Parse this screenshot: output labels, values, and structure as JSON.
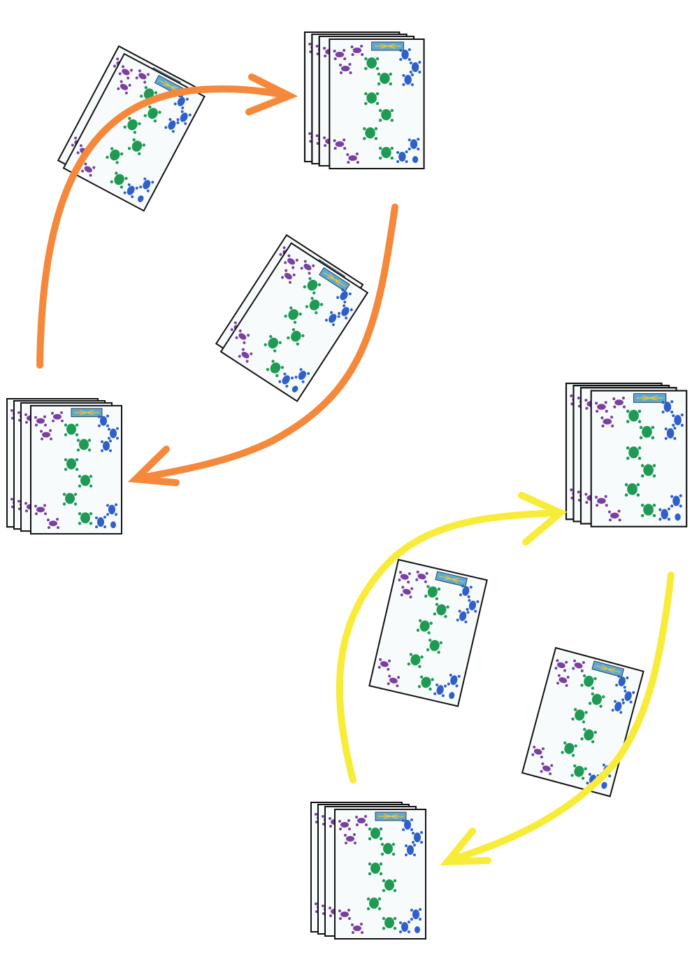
{
  "colors": {
    "background": "#ffffff",
    "card_border": "#111111",
    "card_face": "#f7fbfb",
    "print_purple": "#7a3fa0",
    "print_green": "#1e9a55",
    "print_blue": "#2f5fc8",
    "banner_blue": "#5aaad8",
    "arrow_orange": "#f5883a",
    "arrow_yellow": "#f8ec3a"
  },
  "diagram": {
    "cycles": [
      {
        "name": "orange",
        "color_key": "arrow_orange",
        "stacks": 2,
        "moving_cards": 2
      },
      {
        "name": "yellow",
        "color_key": "arrow_yellow",
        "stacks": 2,
        "moving_cards": 2
      }
    ],
    "card_design": {
      "motif": "turtle-footprints",
      "print_colors": [
        "print_purple",
        "print_green",
        "print_blue"
      ],
      "has_top_banner": true
    }
  }
}
